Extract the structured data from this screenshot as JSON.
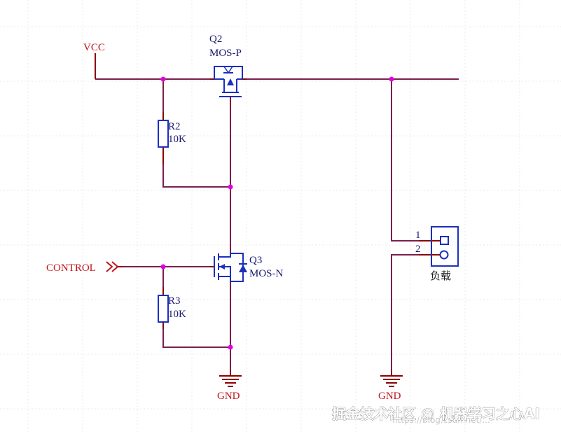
{
  "labels": {
    "vcc": "VCC",
    "q2_ref": "Q2",
    "q2_type": "MOS-P",
    "r2_ref": "R2",
    "r2_value": "10K",
    "control": "CONTROL",
    "q3_ref": "Q3",
    "q3_type": "MOS-N",
    "r3_ref": "R3",
    "r3_value": "10K",
    "gnd_left": "GND",
    "gnd_right": "GND",
    "load_pin1": "1",
    "load_pin2": "2",
    "load_name": "负载"
  },
  "watermark": {
    "main": "掘金技术社区 @ 机器学习之心AI",
    "sub": "https://blog.csdn.net/..."
  },
  "colors": {
    "wire": "#7a1f4e",
    "component_body": "#1c2fbf",
    "pin": "#8b0000",
    "junction": "#e100e1",
    "grid": "#e8e8e8"
  }
}
